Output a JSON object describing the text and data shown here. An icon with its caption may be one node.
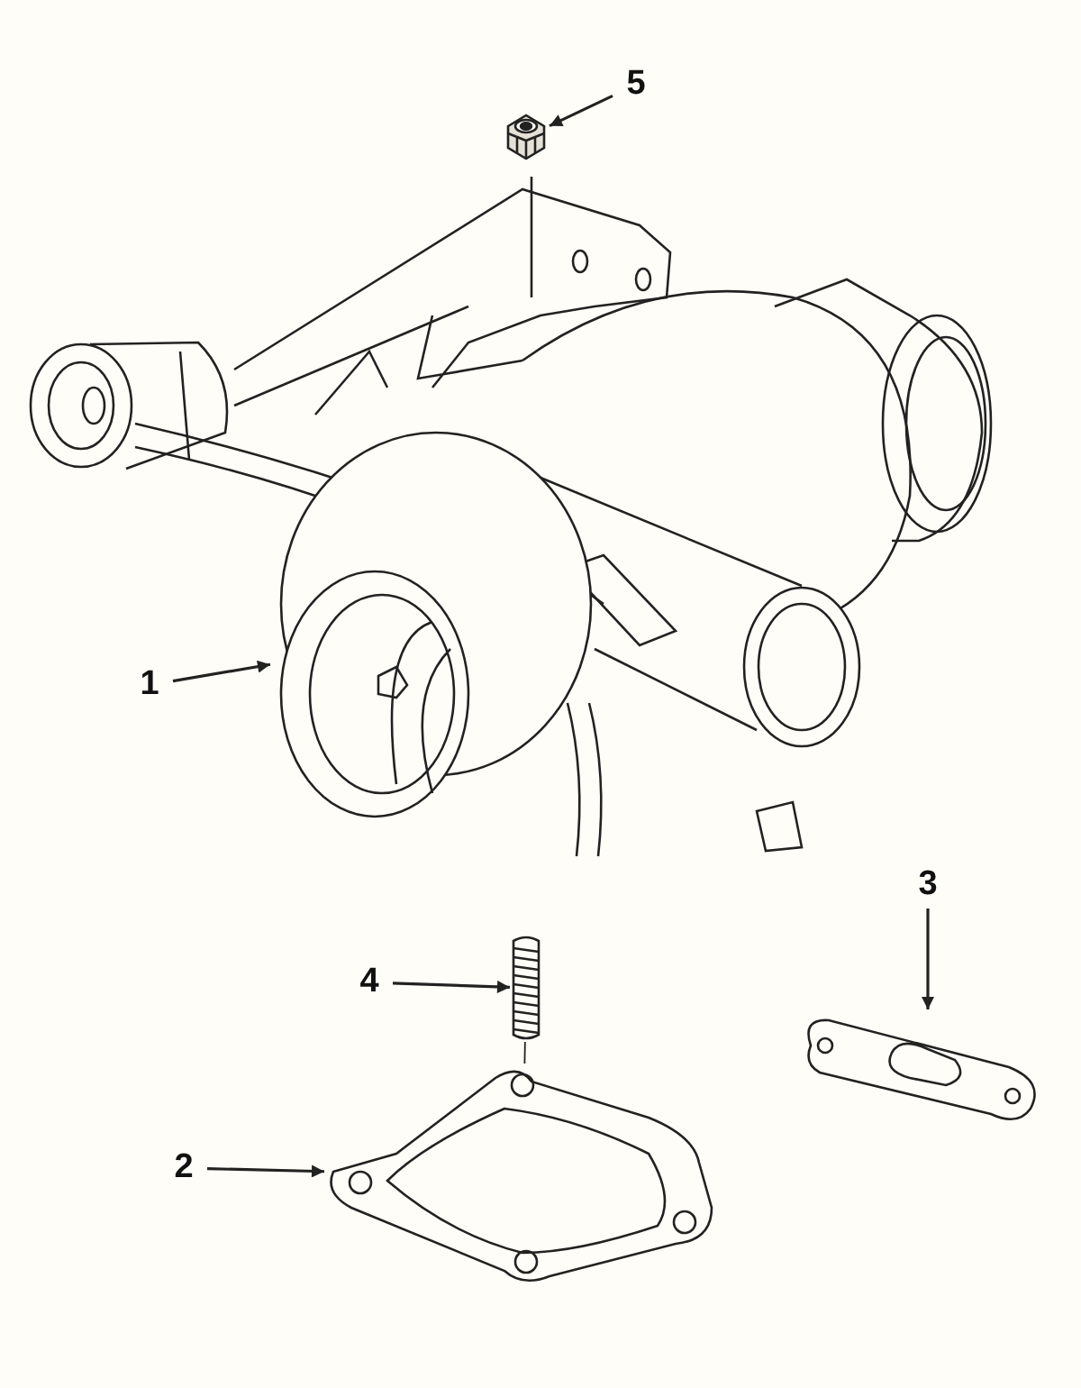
{
  "diagram": {
    "nodes": [
      {
        "text": [
          "5"
        ]
      },
      {
        "text": [
          "1"
        ]
      },
      {
        "text": [
          "3"
        ]
      },
      {
        "text": [
          "4"
        ]
      },
      {
        "text": [
          "2"
        ]
      },
      {
        "text": [],
        "shape": "picture"
      },
      {
        "text": [],
        "shape": "picture"
      },
      {
        "text": [],
        "shape": "picture"
      },
      {
        "text": [],
        "shape": "picture"
      },
      {
        "text": [],
        "shape": "picture"
      }
    ],
    "edges": [
      {
        "from": 0,
        "to": 5,
        "arrow": "to"
      },
      {
        "from": 1,
        "to": 6,
        "arrow": "to"
      },
      {
        "from": 2,
        "to": 7,
        "arrow": "to"
      },
      {
        "from": 3,
        "to": 8,
        "arrow": "to"
      },
      {
        "from": 4,
        "to": 9,
        "arrow": "to"
      },
      {
        "from": 8,
        "to": 9,
        "arrow": "none"
      }
    ]
  }
}
